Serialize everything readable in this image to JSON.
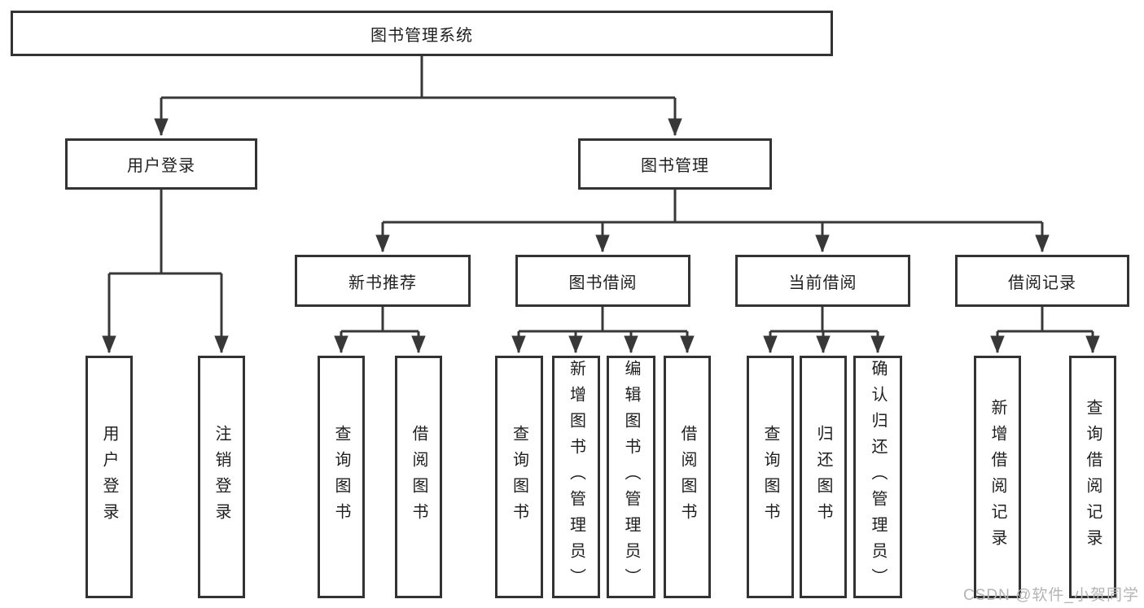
{
  "diagram_type": "hierarchy-tree",
  "tree": {
    "label": "图书管理系统",
    "children": [
      {
        "label": "用户登录",
        "children": [
          {
            "label": "用户登录"
          },
          {
            "label": "注销登录"
          }
        ]
      },
      {
        "label": "图书管理",
        "children": [
          {
            "label": "新书推荐",
            "children": [
              {
                "label": "查询图书"
              },
              {
                "label": "借阅图书"
              }
            ]
          },
          {
            "label": "图书借阅",
            "children": [
              {
                "label": "查询图书"
              },
              {
                "label": "新增图书（管理员）"
              },
              {
                "label": "编辑图书（管理员）"
              },
              {
                "label": "借阅图书"
              }
            ]
          },
          {
            "label": "当前借阅",
            "children": [
              {
                "label": "查询图书"
              },
              {
                "label": "归还图书"
              },
              {
                "label": "确认归还（管理员）"
              }
            ]
          },
          {
            "label": "借阅记录",
            "children": [
              {
                "label": "新增借阅记录"
              },
              {
                "label": "查询借阅记录"
              }
            ]
          }
        ]
      }
    ]
  },
  "watermark": {
    "text": "CSDN @软件_小贺同学"
  },
  "colors": {
    "background": "#ffffff",
    "box_fill": "#ffffff",
    "box_border": "#333333",
    "line": "#383838",
    "text": "#1f1f1f",
    "watermark": "#b4b4b4"
  }
}
